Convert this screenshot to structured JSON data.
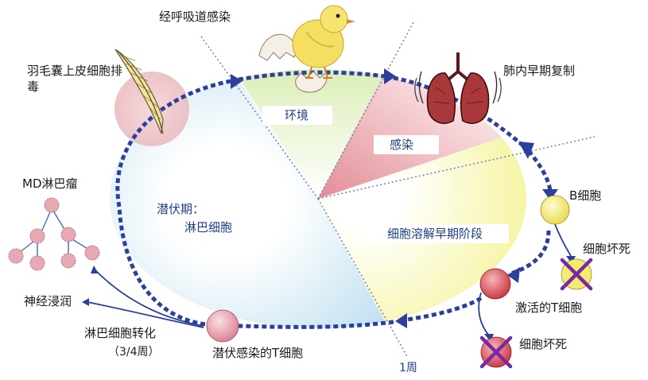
{
  "labels": {
    "respiratory": "经呼吸道感染",
    "feather": "羽毛囊上皮细胞排毒",
    "lung_replication": "肺内早期复制",
    "environment": "环境",
    "infection": "感染",
    "latency": "潜伏期：",
    "latency_cell": "淋巴细胞",
    "cytolytic": "细胞溶解早期阶段",
    "b_cell": "B细胞",
    "necrosis_1": "细胞坏死",
    "activated_t": "激活的T细胞",
    "necrosis_2": "细胞坏死",
    "md_lymphoma": "MD淋巴瘤",
    "nerve": "神经浸润",
    "transform": "淋巴细胞转化",
    "transform_time": "（3/4周）",
    "latent_t": "潜伏感染的T细胞",
    "week": "1周"
  },
  "colors": {
    "arrow": "#2b3f9c",
    "latency_sector": "#bfe0f0",
    "environment_sector": "#d8ecb0",
    "infection_sector": "#e79aa2",
    "cytolytic_sector": "#f2f07a",
    "b_cell": "#f3e96a",
    "t_cell": "#d84a55",
    "latent_cell": "#e8a2ae",
    "cross": "#8a2f9c",
    "feather_glow": "#efc8cc",
    "chick": "#f4df63",
    "lymphoma_cell": "#e7a9b3"
  },
  "icons": [
    "feather-icon",
    "chick-icon",
    "eggshell-icon",
    "lungs-icon",
    "cross-icon",
    "lymphoma-cell-icon"
  ]
}
